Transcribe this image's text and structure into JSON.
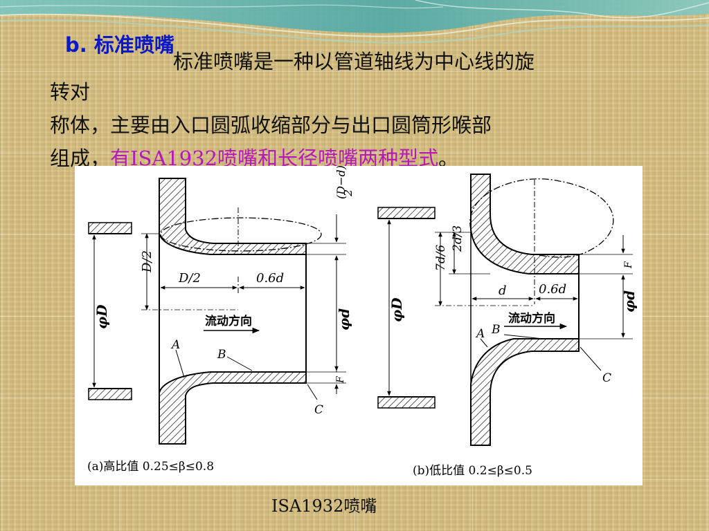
{
  "section_title": "b.  标准喷嘴",
  "paragraph": {
    "line1": "标准喷嘴是一种以管道轴线为中心线的旋",
    "line2": "转对",
    "line3": "称体，主要由入口圆弧收缩部分与出口圆筒形喉部",
    "line4_prefix": "组成，",
    "line4_highlight": "有ISA1932喷嘴和长径喷嘴两种型式",
    "line4_suffix": "。"
  },
  "figure_a": {
    "label_D2_v": "D/2",
    "label_D2_h": "D/2",
    "label_06d": "0.6d",
    "label_Dd2_top": "(D−d)",
    "label_Dd2_bottom": "2",
    "label_phiD": "φD",
    "label_phid": "φd",
    "label_flow": "流动方向",
    "label_A": "A",
    "label_B": "B",
    "label_C": "C",
    "label_F": "F",
    "caption": "(a)高比值 0.25≤β≤0.8"
  },
  "figure_b": {
    "label_7d6": "7d/6",
    "label_2d3": "2d/3",
    "label_d": "d",
    "label_06d": "0.6d",
    "label_phiD": "φD",
    "label_phid": "φd",
    "label_flow": "流动方向",
    "label_A": "A",
    "label_B": "B",
    "label_C": "C",
    "label_F": "F",
    "caption": "(b)低比值 0.2≤β≤0.5"
  },
  "caption": "ISA1932喷嘴",
  "colors": {
    "title_blue": "#0a18c8",
    "highlight_magenta": "#b418b8",
    "background_tan": "#d7c184",
    "wave_teal": "#5fb7b2"
  }
}
